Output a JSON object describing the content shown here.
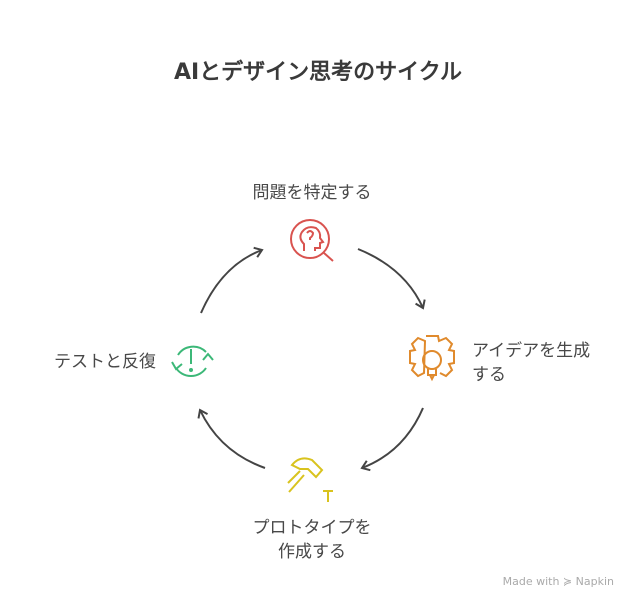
{
  "title": "AIとデザイン思考のサイクル",
  "steps": [
    {
      "label": "問題を特定する",
      "icon": "head-question-search-icon",
      "color": "#d9534f"
    },
    {
      "label_line1": "アイデアを生成",
      "label_line2": "する",
      "icon": "gear-lightbulb-icon",
      "color": "#e08a2c"
    },
    {
      "label_line1": "プロトタイプを",
      "label_line2": "作成する",
      "icon": "hammer-nail-icon",
      "color": "#d9c31e"
    },
    {
      "label": "テストと反復",
      "icon": "cycle-exclamation-icon",
      "color": "#3cb878"
    }
  ],
  "watermark": "Made with ≽ Napkin"
}
